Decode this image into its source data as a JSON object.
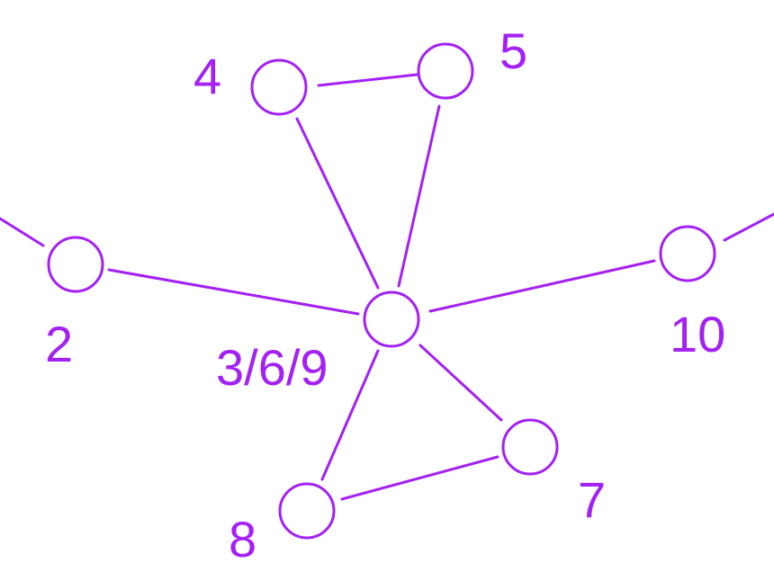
{
  "style": {
    "color": "#a321f2"
  },
  "nodes": [
    {
      "id": "2",
      "label": "2"
    },
    {
      "id": "369",
      "label": "3/6/9"
    },
    {
      "id": "4",
      "label": "4"
    },
    {
      "id": "5",
      "label": "5"
    },
    {
      "id": "7",
      "label": "7"
    },
    {
      "id": "8",
      "label": "8"
    },
    {
      "id": "10",
      "label": "10"
    }
  ],
  "edges": [
    {
      "from": "4",
      "to": "5"
    },
    {
      "from": "4",
      "to": "369"
    },
    {
      "from": "5",
      "to": "369"
    },
    {
      "from": "2",
      "to": "369"
    },
    {
      "from": "10",
      "to": "369"
    },
    {
      "from": "369",
      "to": "7"
    },
    {
      "from": "369",
      "to": "8"
    },
    {
      "from": "7",
      "to": "8"
    }
  ]
}
